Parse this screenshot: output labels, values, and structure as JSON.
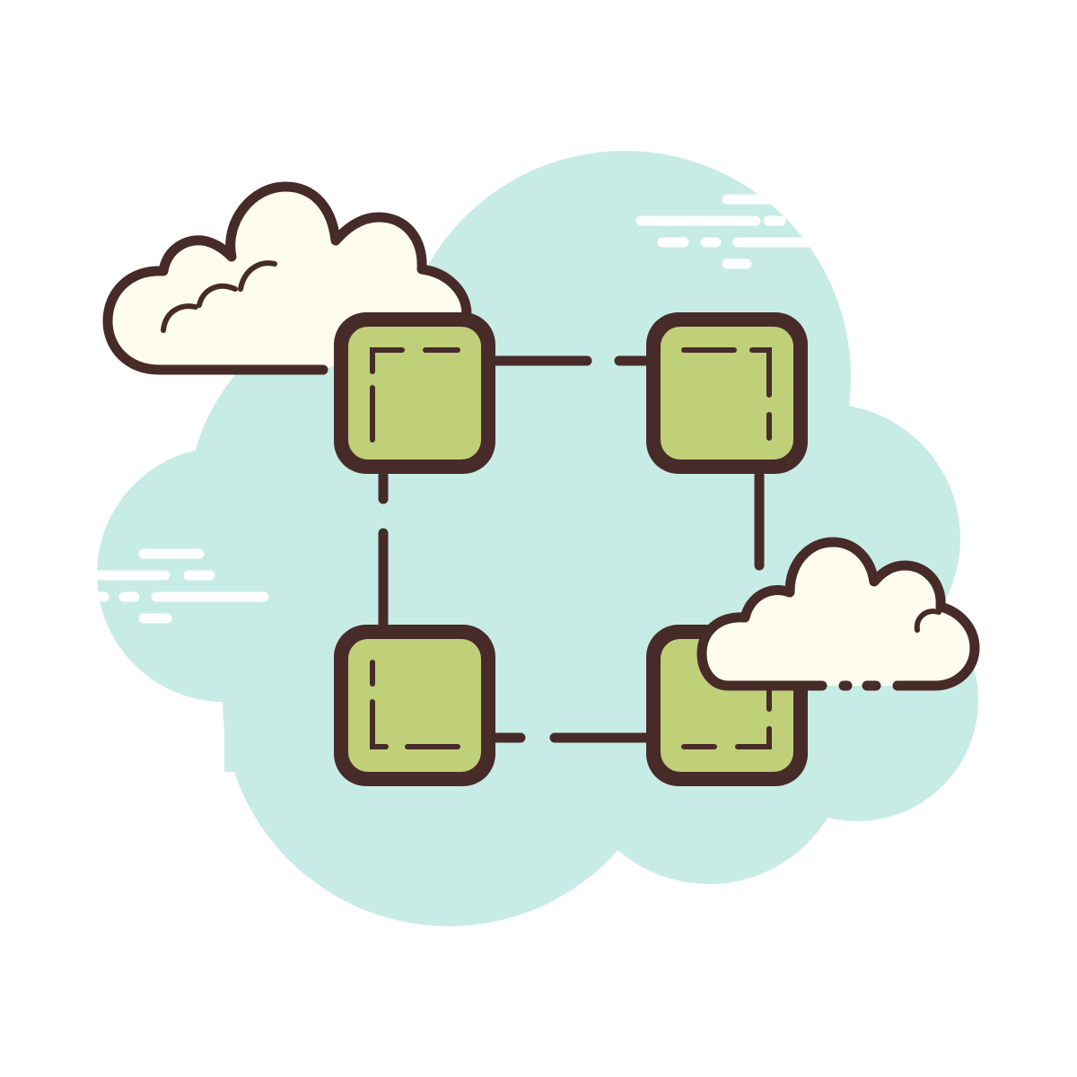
{
  "icon": {
    "name": "cloud-network-icon",
    "colors": {
      "background_blob": "#c7ece5",
      "outline": "#472b29",
      "node_fill": "#c0d078",
      "cloud_fill": "#fdfcef",
      "speed_lines": "#ffffff"
    },
    "nodes": [
      "node-top-left",
      "node-top-right",
      "node-bottom-left",
      "node-bottom-right"
    ],
    "clouds": [
      "cloud-top-left",
      "cloud-bottom-right"
    ]
  }
}
